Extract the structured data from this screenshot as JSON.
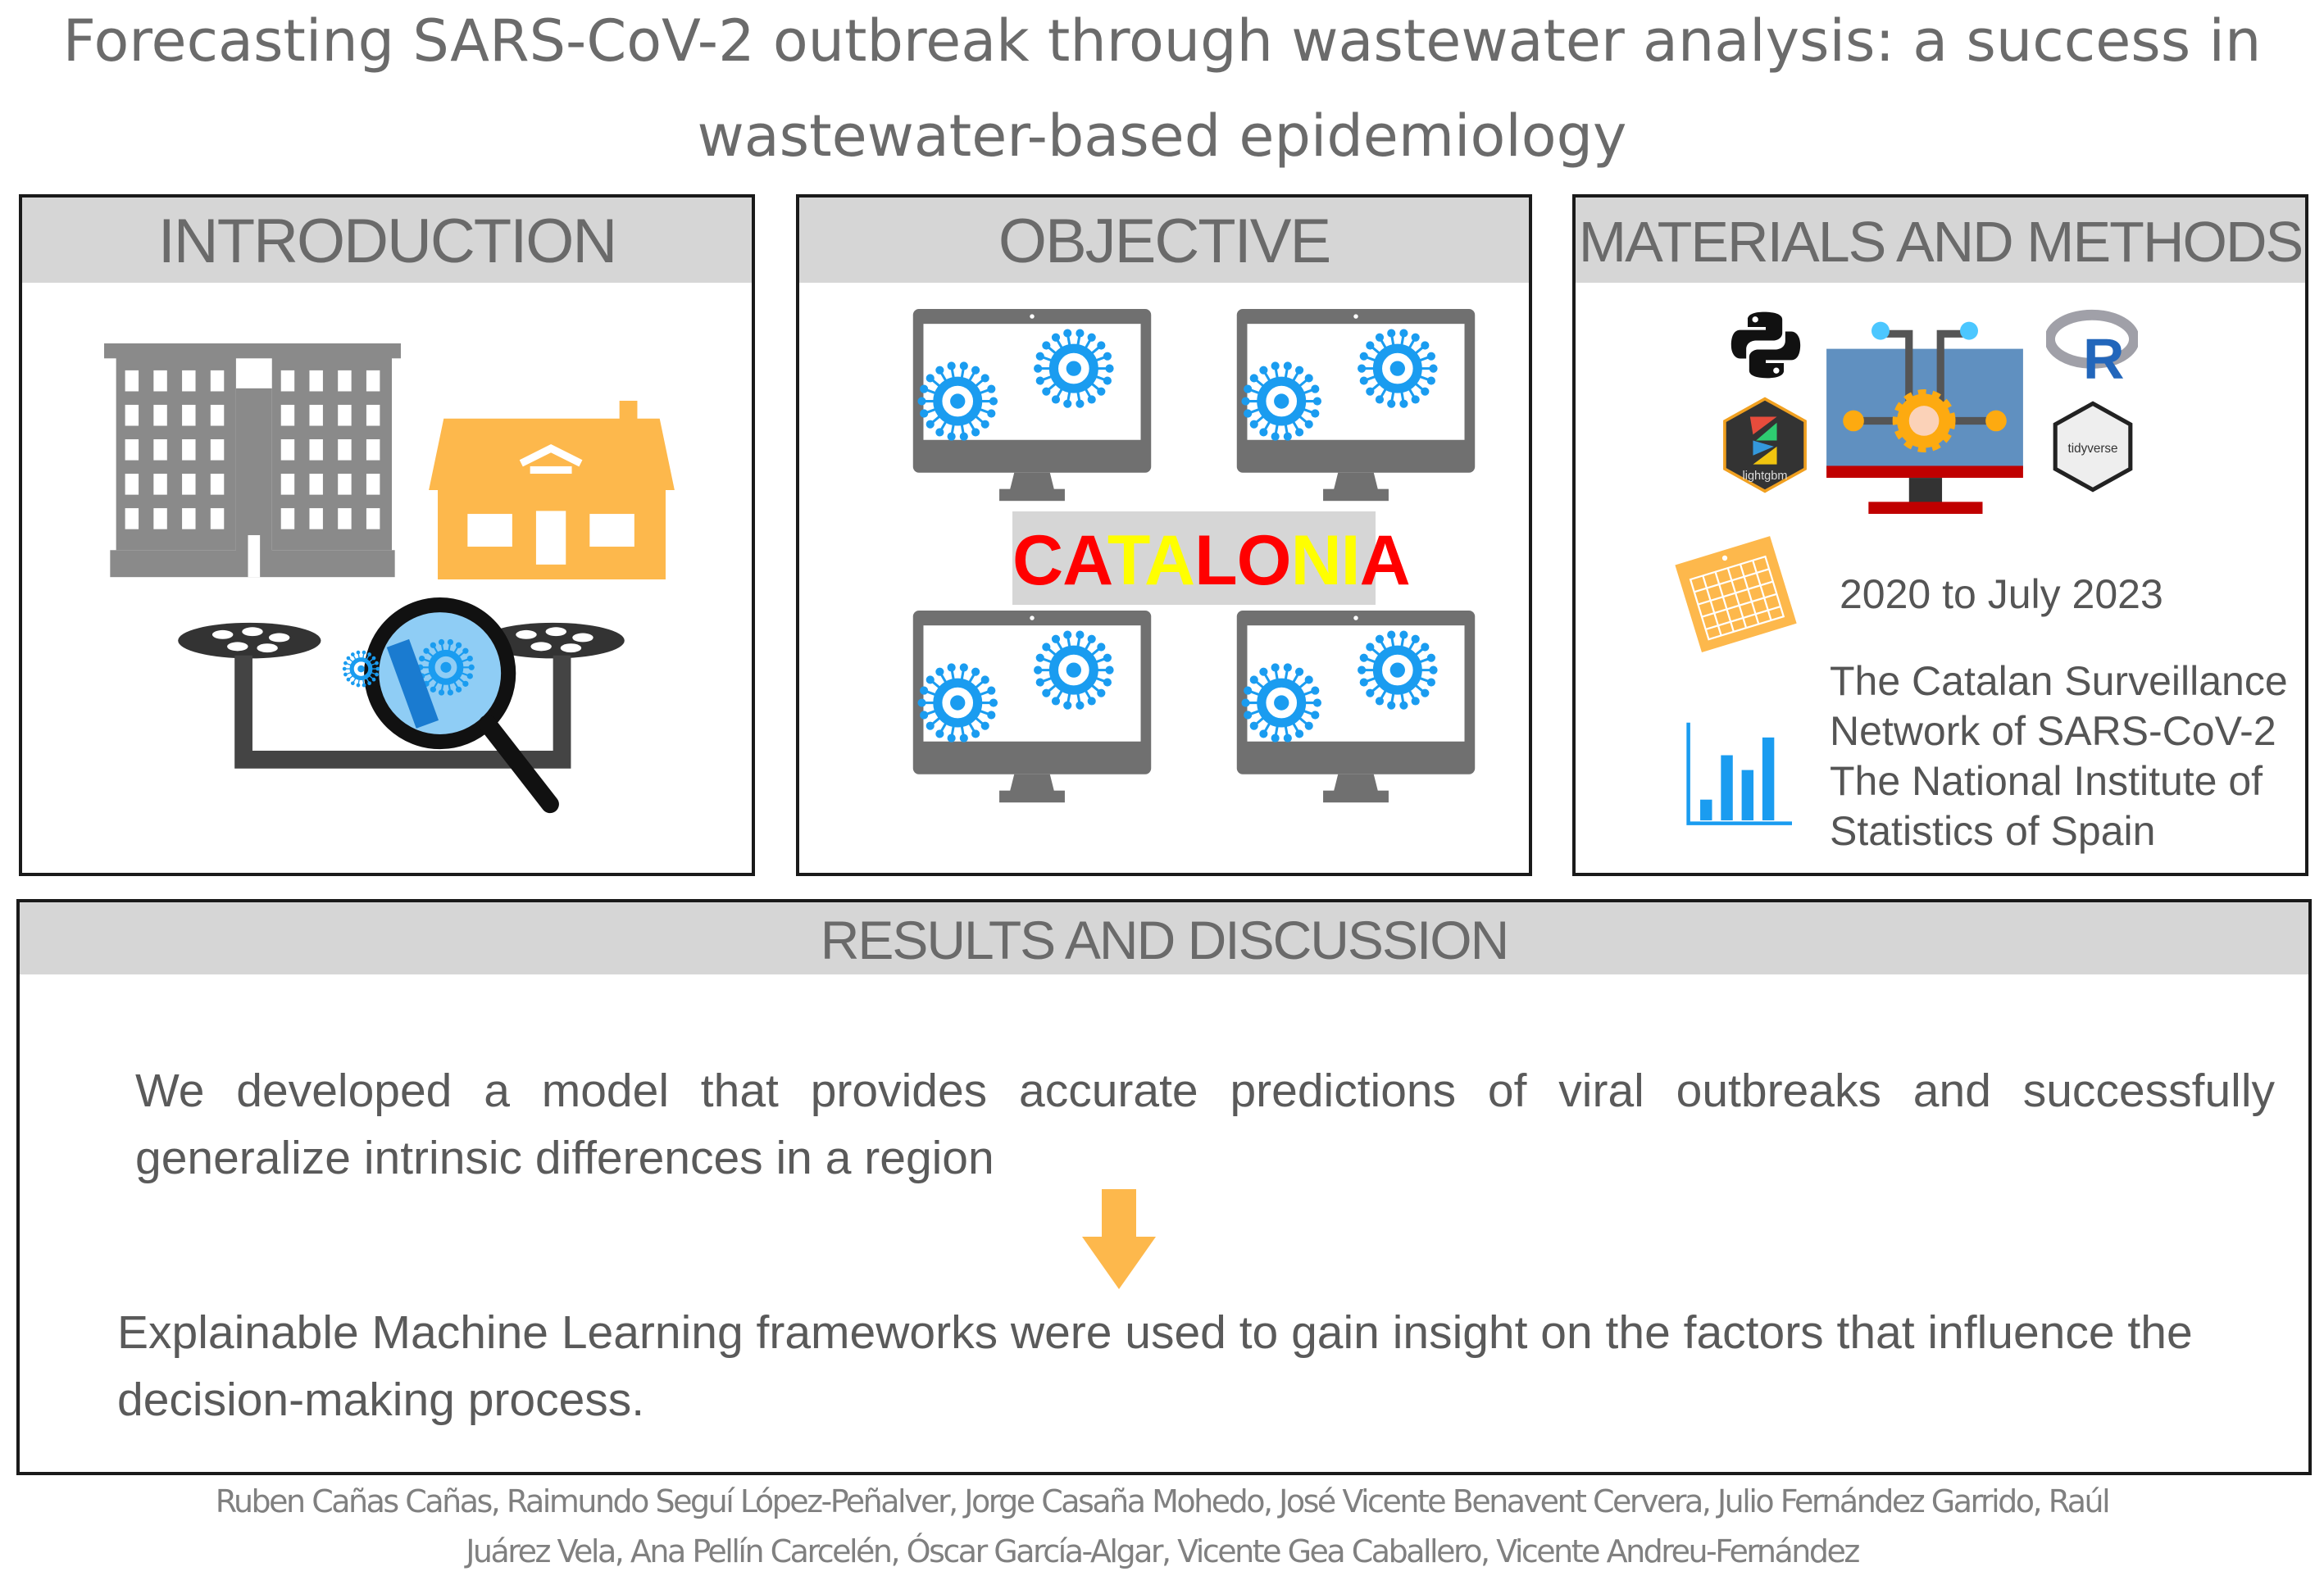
{
  "title": {
    "line1": "Forecasting SARS-CoV-2 outbreak through wastewater analysis: a success in",
    "line2": "wastewater-based epidemiology"
  },
  "introduction": {
    "heading": "INTRODUCTION"
  },
  "objective": {
    "heading": "OBJECTIVE",
    "region_letters": [
      {
        "ch": "C",
        "color": "#ff0000"
      },
      {
        "ch": "A",
        "color": "#ff0000"
      },
      {
        "ch": "T",
        "color": "#ffff00"
      },
      {
        "ch": "A",
        "color": "#ffff00"
      },
      {
        "ch": "L",
        "color": "#ff0000"
      },
      {
        "ch": "O",
        "color": "#ff0000"
      },
      {
        "ch": "N",
        "color": "#ffff00"
      },
      {
        "ch": "I",
        "color": "#ffff00"
      },
      {
        "ch": "A",
        "color": "#ff0000"
      }
    ]
  },
  "materials": {
    "heading": "MATERIALS AND METHODS",
    "logos": {
      "lightgbm": "lightgbm",
      "tidyverse": "tidyverse",
      "r": "R"
    },
    "period": "2020 to July 2023",
    "sources": [
      "The Catalan Surveillance",
      "Network of SARS-CoV-2",
      "The National Institute of",
      "Statistics of Spain"
    ]
  },
  "results": {
    "heading": "RESULTS AND DISCUSSION",
    "p1_line1": "We developed a model that provides accurate predictions of viral outbreaks and successfully",
    "p1_line2": "generalize intrinsic differences in a region",
    "p2_line1": "Explainable Machine Learning frameworks were used to gain insight on the factors that influence the",
    "p2_line2": "decision-making process."
  },
  "authors": {
    "line1": "Ruben Cañas Cañas, Raimundo Seguí López-Peñalver, Jorge Casaña Mohedo, José Vicente Benavent Cervera, Julio Fernández Garrido, Raúl",
    "line2": "Juárez Vela, Ana Pellín Carcelén, Óscar García-Algar, Vicente Gea Caballero, Vicente Andreu-Fernández"
  },
  "colors": {
    "virus": "#1a9cf0",
    "orange": "#fdb84c",
    "gray": "#707070",
    "header": "#d6d6d6"
  }
}
